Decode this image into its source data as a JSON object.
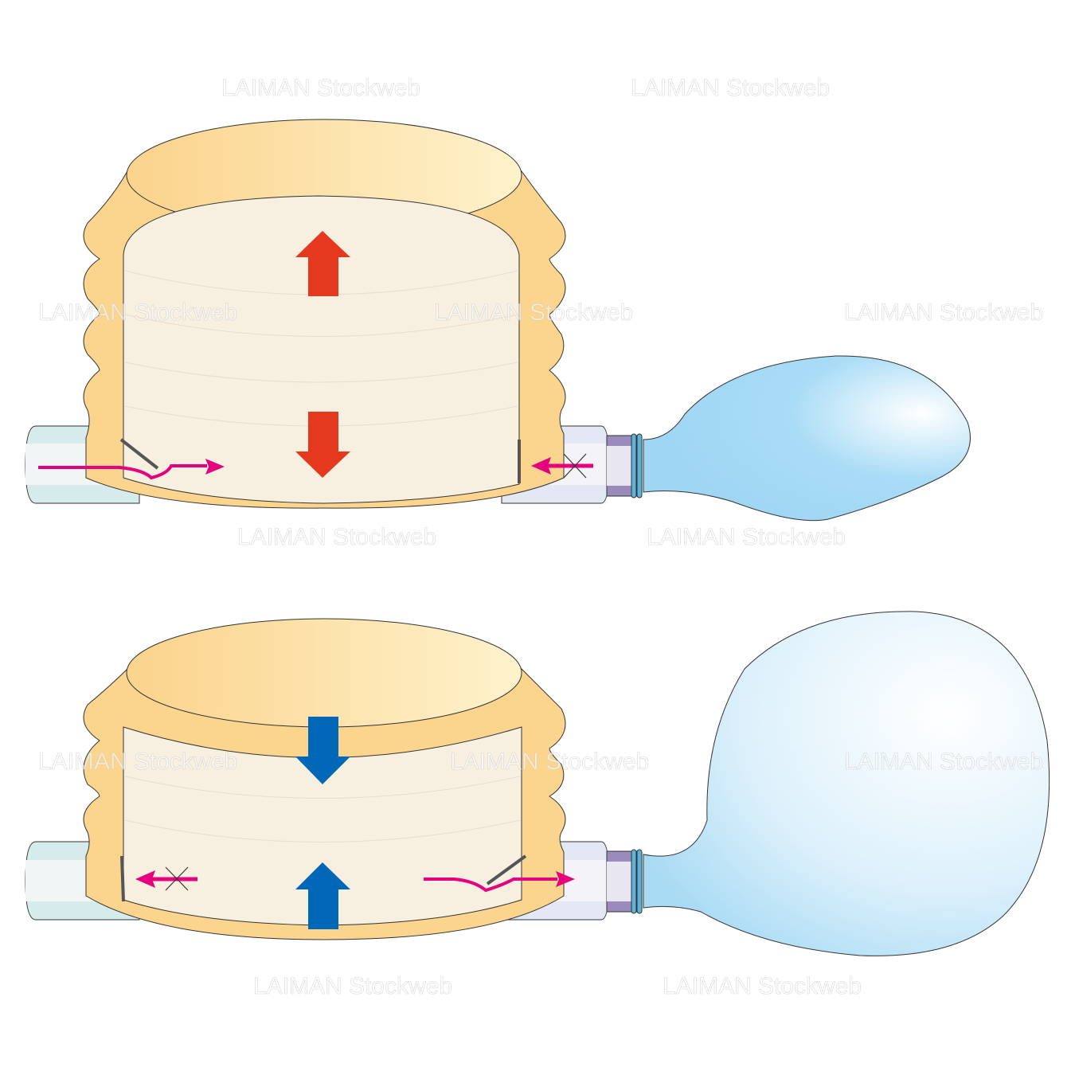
{
  "watermark": "LAIMAN Stockweb",
  "colors": {
    "bellows_outer": "#fbd48e",
    "bellows_inner": "#f7efe0",
    "expand_arrow": "#e5391f",
    "compress_arrow": "#0068b7",
    "flow_arrow": "#e4007f",
    "balloon": "#a0d8f5",
    "pipe": "#e6eef4",
    "connector": "#9b8bbd"
  },
  "panels": [
    {
      "state": "expanding",
      "left_valve": "open",
      "right_valve": "closed",
      "balloon": "deflated"
    },
    {
      "state": "compressing",
      "left_valve": "closed",
      "right_valve": "open",
      "balloon": "inflated"
    }
  ]
}
